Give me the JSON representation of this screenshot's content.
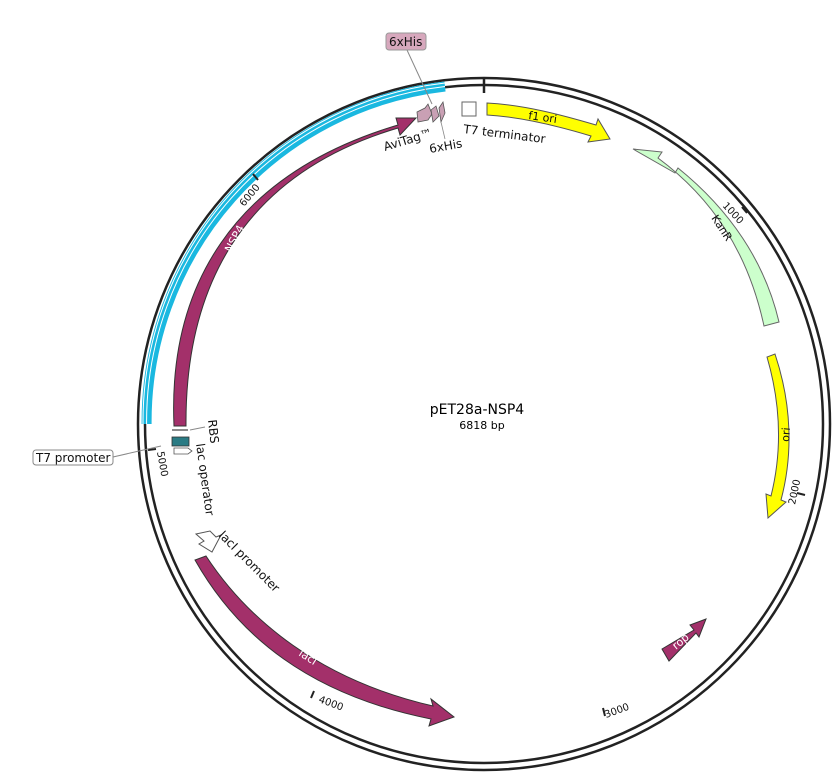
{
  "plasmid": {
    "name": "pET28a-NSP4",
    "length_label": "6818 bp",
    "length_bp": 6818
  },
  "colors": {
    "backbone": "#222222",
    "insert_arc": "#1ab8e0",
    "cds": "#a3306a",
    "ori": "#ffff00",
    "resistance": "#ccffcc",
    "tag": "#c9a0b4",
    "operator": "#2a7b84"
  },
  "ticks": [
    "1000",
    "2000",
    "3000",
    "4000",
    "5000",
    "6000"
  ],
  "features": {
    "f1_ori": "f1 ori",
    "kanr": "KanR",
    "ori": "ori",
    "rop": "rop",
    "laci": "lacI",
    "laci_promoter": "lacI promoter",
    "lac_operator": "lac operator",
    "rbs": "RBS",
    "nsp4": "NSP4",
    "avitag": "AviTag™",
    "his_inner": "6xHis",
    "his_boxed": "6xHis",
    "t7_terminator": "T7 terminator",
    "t7_promoter": "T7 promoter"
  }
}
